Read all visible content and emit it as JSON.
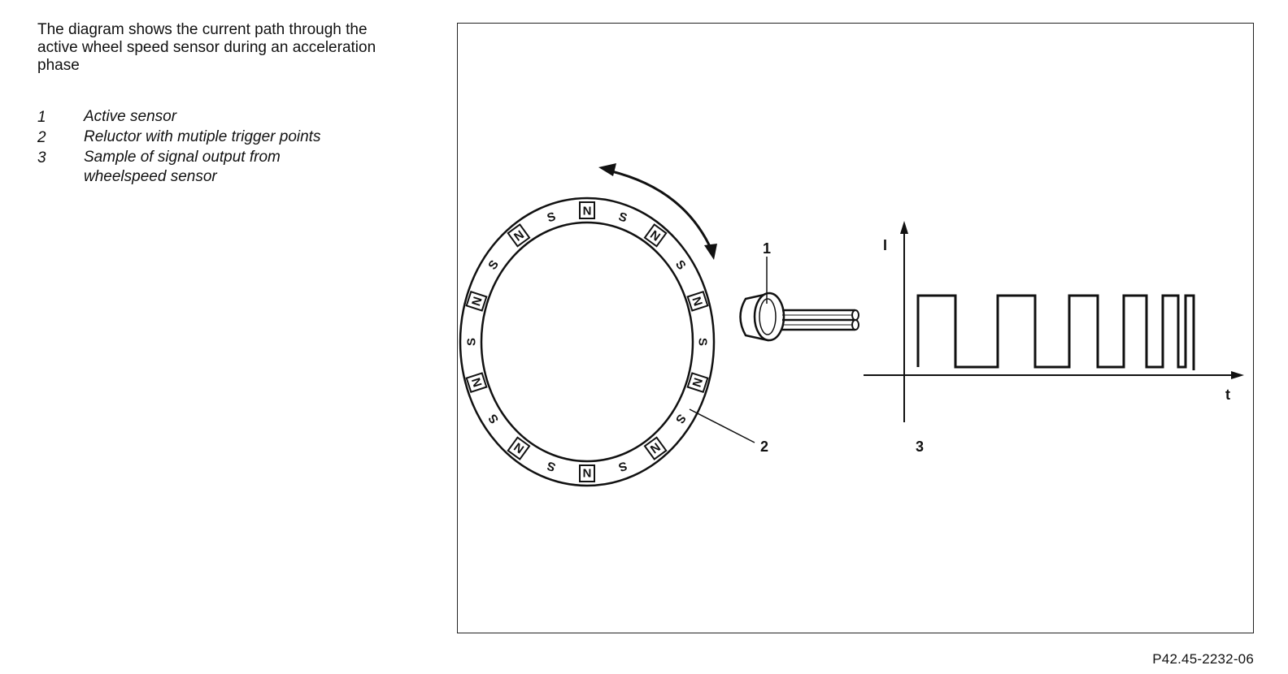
{
  "description": "The diagram shows the current path through the active wheel speed sensor during an acceleration phase",
  "legend": [
    {
      "num": "1",
      "text": "Active sensor"
    },
    {
      "num": "2",
      "text": "Reluctor with mutiple trigger points"
    },
    {
      "num": "3",
      "text": "Sample of signal output from wheelspeed sensor"
    }
  ],
  "diagram": {
    "callouts": {
      "sensor": "1",
      "reluctor": "2",
      "signal": "3"
    },
    "axis": {
      "y_label": "I",
      "x_label": "t"
    },
    "poles": [
      "N",
      "S",
      "N",
      "S",
      "N",
      "S",
      "N",
      "S",
      "N",
      "S",
      "N",
      "S",
      "N",
      "S",
      "N",
      "S",
      "N",
      "S",
      "N",
      "S"
    ]
  },
  "figure_code": "P42.45-2232-06"
}
